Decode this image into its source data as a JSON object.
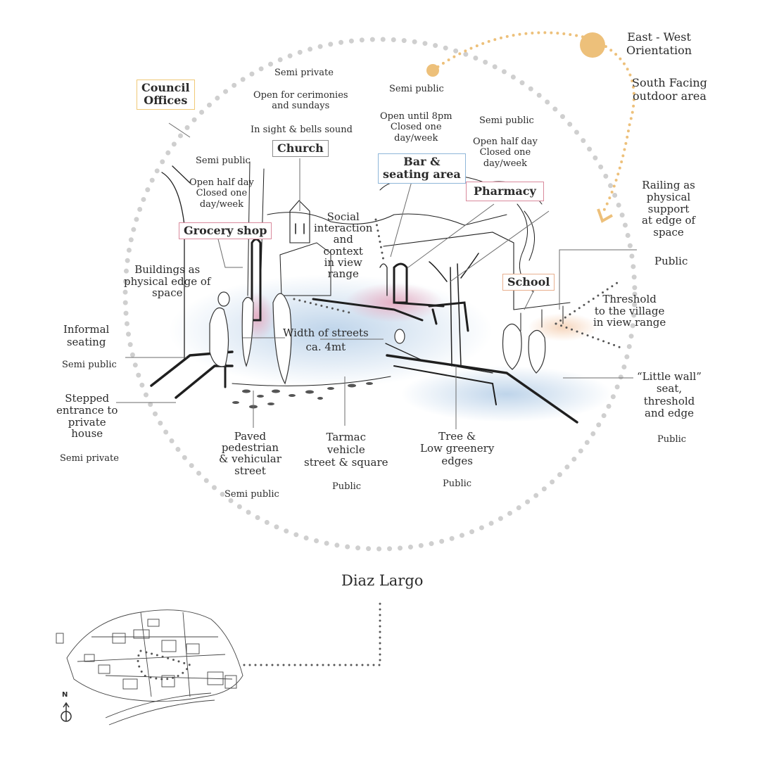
{
  "title": "Diaz Largo",
  "orientation": {
    "lines": [
      "East - West",
      "Orientation"
    ],
    "sun_color": "#edc07a"
  },
  "south_facing": [
    "South Facing",
    "outdoor area"
  ],
  "compass": {
    "letter": "N"
  },
  "places": {
    "council": {
      "lines": [
        "Council",
        "Offices"
      ],
      "border": "#f0c977"
    },
    "church": {
      "lines": [
        "Church"
      ],
      "border": "#8c8c8c"
    },
    "bar": {
      "lines": [
        "Bar &",
        "seating area"
      ],
      "border": "#8fb6d9"
    },
    "pharmacy": {
      "lines": [
        "Pharmacy"
      ],
      "border": "#d98a9c"
    },
    "grocery": {
      "lines": [
        "Grocery shop"
      ],
      "border": "#d98a9c"
    },
    "school": {
      "lines": [
        "School"
      ],
      "border": "#e8b08f"
    }
  },
  "labels": {
    "church_privacy": [
      "Semi private"
    ],
    "church_open": [
      "Open for cerimonies",
      "and sundays"
    ],
    "church_bells": [
      "In sight & bells sound"
    ],
    "bar_privacy": [
      "Semi public"
    ],
    "bar_hours": [
      "Open until 8pm",
      "Closed one",
      "day/week"
    ],
    "pharmacy_privacy": [
      "Semi public"
    ],
    "pharmacy_hours": [
      "Open half day",
      "Closed one",
      "day/week"
    ],
    "grocery_privacy": [
      "Semi public"
    ],
    "grocery_hours": [
      "Open half day",
      "Closed one",
      "day/week"
    ],
    "social": [
      "Social",
      "interaction",
      "and",
      "context",
      "in view",
      "range"
    ],
    "buildings": [
      "Buildings as",
      "physical edge of",
      "space"
    ],
    "railing": [
      "Railing as",
      "physical",
      "support",
      "at edge of",
      "space"
    ],
    "railing_privacy": [
      "Public"
    ],
    "threshold": [
      "Threshold",
      "to the village",
      "in view range"
    ],
    "width": [
      "Width of streets",
      "ca. 4mt"
    ],
    "informal": [
      "Informal",
      "seating"
    ],
    "informal_privacy": [
      "Semi public"
    ],
    "stepped": [
      "Stepped",
      "entrance to",
      "private",
      "house"
    ],
    "stepped_privacy": [
      "Semi private"
    ],
    "paved": [
      "Paved",
      "pedestrian",
      "& vehicular",
      "street"
    ],
    "paved_privacy": [
      "Semi public"
    ],
    "tarmac": [
      "Tarmac",
      "vehicle",
      "street & square"
    ],
    "tarmac_privacy": [
      "Public"
    ],
    "tree": [
      "Tree &",
      "Low greenery",
      "edges"
    ],
    "tree_privacy": [
      "Public"
    ],
    "little_wall": [
      "“Little wall”",
      "seat,",
      "threshold",
      "and edge"
    ],
    "little_wall_privacy": [
      "Public"
    ]
  }
}
